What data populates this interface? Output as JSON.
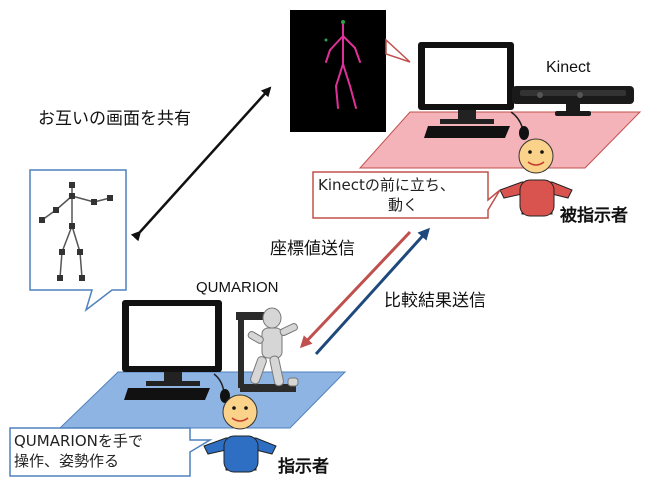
{
  "labels": {
    "kinect": "Kinect",
    "share": "お互いの画面を共有",
    "bubble_top_line1": "Kinectの前に立ち、",
    "bubble_top_line2": "動く",
    "trainee": "被指示者",
    "coords": "座標値送信",
    "compare": "比較結果送信",
    "qumarion": "QUMARION",
    "bubble_bottom_line1": "QUMARIONを手で",
    "bubble_bottom_line2": "操作、姿勢作る",
    "instructor": "指示者"
  },
  "colors": {
    "pink_floor": "#f4b3b8",
    "blue_floor": "#8eb4e3",
    "red_arrow": "#c0504d",
    "blue_arrow": "#1f497d",
    "bubble_red": "#c0504d",
    "bubble_blue": "#4f81bd",
    "skeleton_magenta": "#e0309a",
    "face": "#fbd28a",
    "shirt_red": "#d9544e",
    "shirt_blue": "#2e6fc4"
  }
}
